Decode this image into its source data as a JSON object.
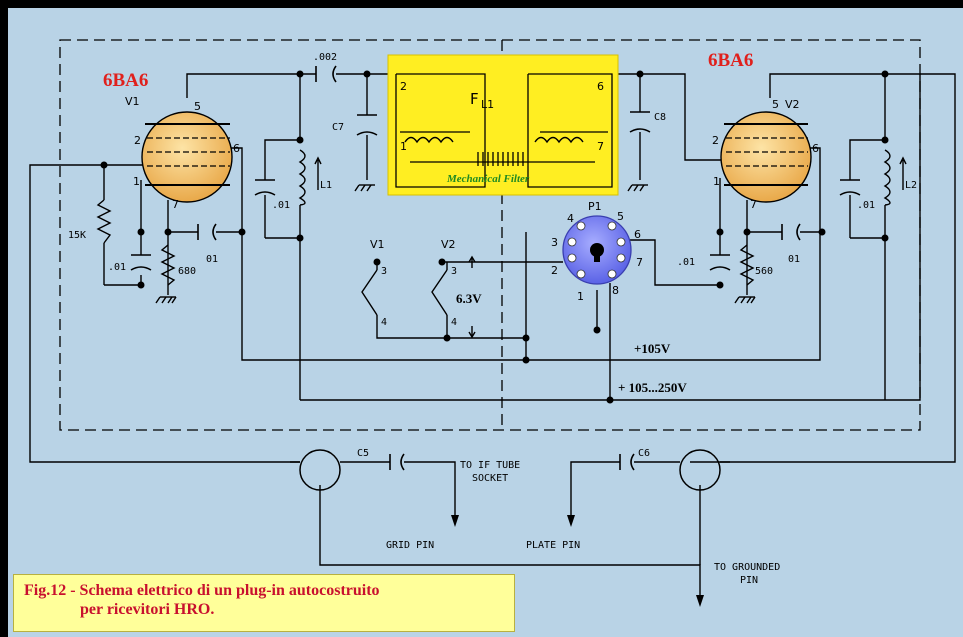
{
  "tubes": {
    "v1": {
      "type": "6BA6",
      "ref": "V1"
    },
    "v2": {
      "type": "6BA6",
      "ref": "V2"
    }
  },
  "filter": {
    "ref": "F",
    "ref_sub": "L1",
    "label": "Mechanical Filter",
    "pins": [
      "2",
      "1",
      "6",
      "7"
    ]
  },
  "tube_pins": {
    "v1": [
      "5",
      "2",
      "6",
      "1",
      "7"
    ],
    "v2": [
      "5",
      "2",
      "6",
      "1",
      "7"
    ]
  },
  "components": {
    "c_002": ".002",
    "c7": "C7",
    "c8": "C8",
    "c5": "C5",
    "c6": "C6",
    "l1": "L1",
    "l2": "L2",
    "c01_l1": ".01",
    "c01_l2": ".01",
    "r15k": "15K",
    "c01_v1a": ".01",
    "r680": "680",
    "c01_v1b": "01",
    "c01_v2a": ".01",
    "r560": "560",
    "c01_v2b": "01"
  },
  "plug": {
    "ref": "P1",
    "pins": [
      "4",
      "5",
      "3",
      "6",
      "2",
      "7",
      "1",
      "8"
    ]
  },
  "heaters": {
    "v1": "V1",
    "v2": "V2",
    "pin_top": "3",
    "pin_bottom": "4",
    "voltage": "6.3V"
  },
  "rails": {
    "b1": "+105V",
    "b2": "+ 105...250V"
  },
  "notes": {
    "to_if": "TO IF TUBE",
    "socket": "SOCKET",
    "grid_pin": "GRID PIN",
    "plate_pin": "PLATE PIN",
    "to_grounded": "TO GROUNDED",
    "pin": "PIN"
  },
  "caption": {
    "line1": "Fig.12 - Schema elettrico di un plug-in autocostruito",
    "line2": "per ricevitori HRO."
  },
  "colors": {
    "background": "#b9d3e6",
    "frame": "#000000",
    "tube_fill": "#f5c36a",
    "filter_fill": "#ffee22",
    "plug_fill": "#7f86ff",
    "tube_label": "#e0201c",
    "caption_bg": "#ffff9a",
    "caption_text": "#c8102e"
  }
}
